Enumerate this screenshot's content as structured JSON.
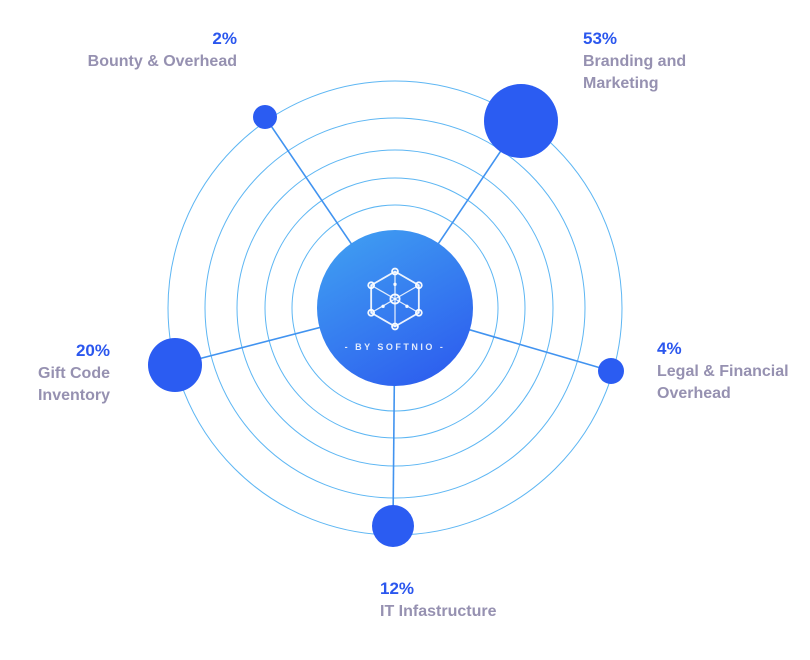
{
  "center": {
    "brand": "- BY SOFTNIO -",
    "icon": "hex-network-icon"
  },
  "nodes": [
    {
      "id": "bounty",
      "percent": "2%",
      "value": 2,
      "label": "Bounty & Overhead"
    },
    {
      "id": "branding",
      "percent": "53%",
      "value": 53,
      "label": "Branding and Marketing"
    },
    {
      "id": "legal",
      "percent": "4%",
      "value": 4,
      "label": "Legal & Financial Overhead"
    },
    {
      "id": "it",
      "percent": "12%",
      "value": 12,
      "label": "IT Infastructure"
    },
    {
      "id": "gift",
      "percent": "20%",
      "value": 20,
      "label": "Gift Code Inventory"
    }
  ],
  "colors": {
    "accent": "#2b57ee",
    "label": "#9691b1",
    "ring": "#41a9f1",
    "spoke": "#4193f0",
    "dot": "#2b5cf2",
    "center_top": "#41a3f2",
    "center_bottom": "#2b57ee"
  }
}
